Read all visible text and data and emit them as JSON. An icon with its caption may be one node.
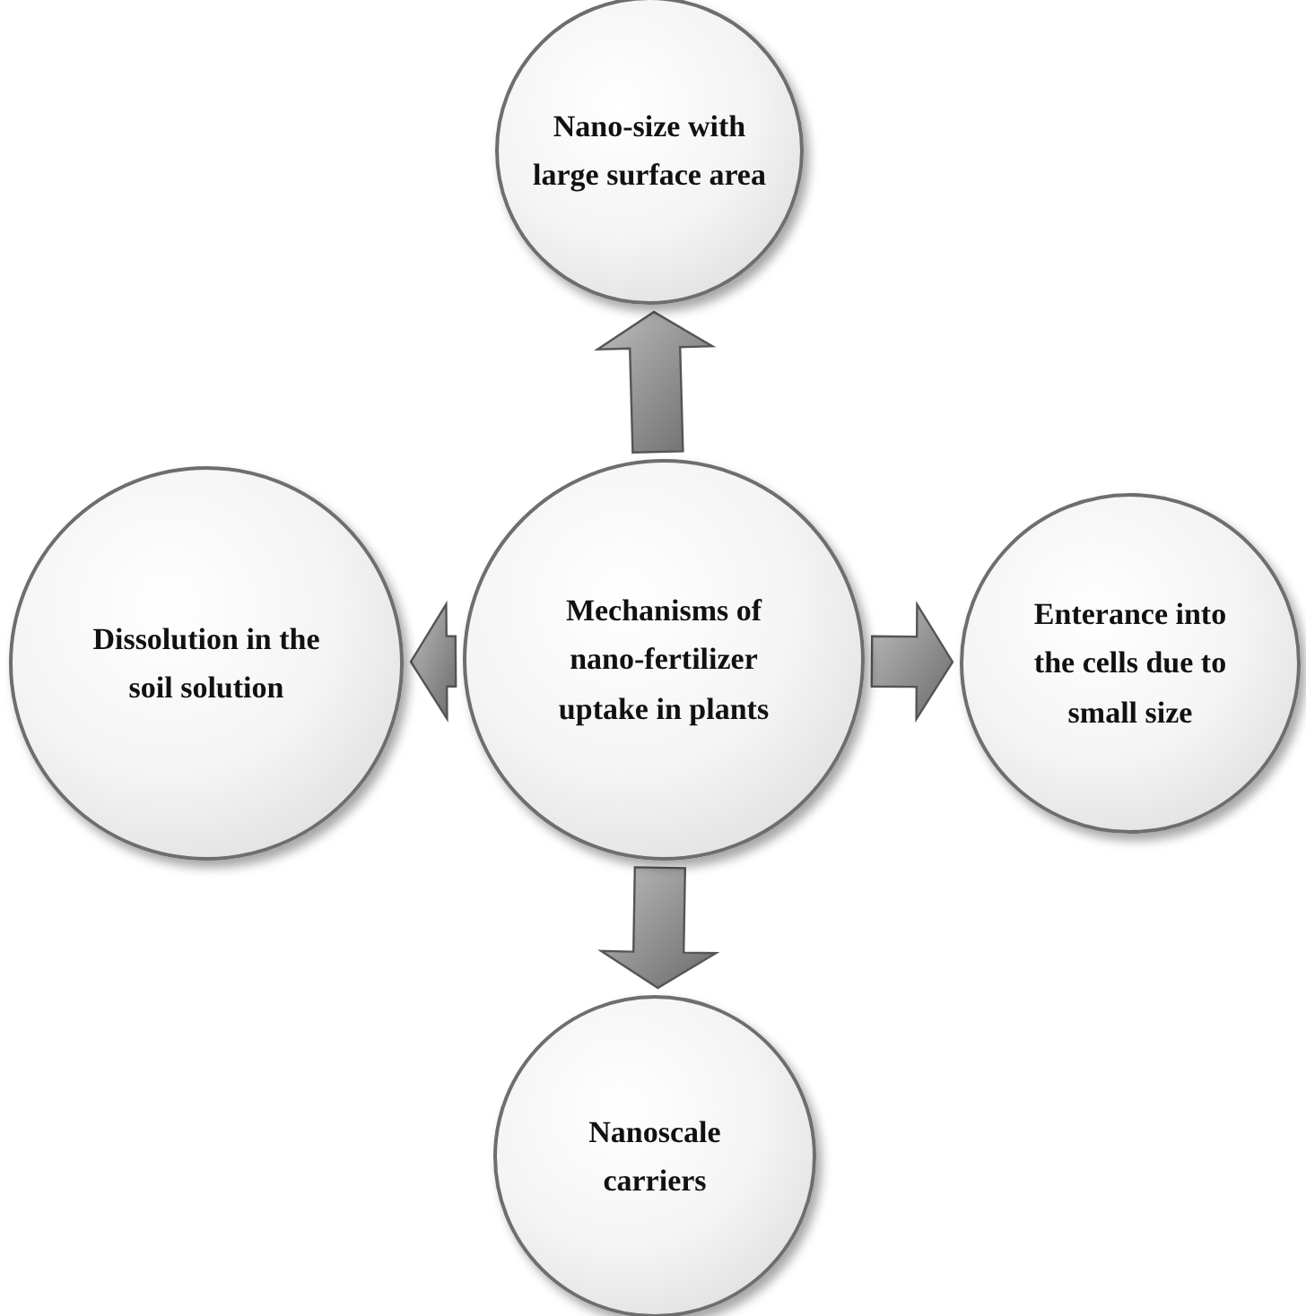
{
  "diagram": {
    "nodes": [
      {
        "text": [
          "Nano-size with large surface area"
        ]
      },
      {
        "text": [
          "Dissolution in the soil solution"
        ]
      },
      {
        "text": [
          "Mechanisms of nano-fertilizer uptake in plants"
        ]
      },
      {
        "text": [
          "Enterance into the cells due to small size"
        ]
      },
      {
        "text": [
          "Nanoscale carriers"
        ]
      }
    ],
    "edges": [
      {
        "from": 2,
        "to": 0,
        "arrow": "to"
      },
      {
        "from": 2,
        "to": 1,
        "arrow": "to"
      },
      {
        "from": 2,
        "to": 3,
        "arrow": "to"
      },
      {
        "from": 2,
        "to": 4,
        "arrow": "to"
      }
    ]
  }
}
